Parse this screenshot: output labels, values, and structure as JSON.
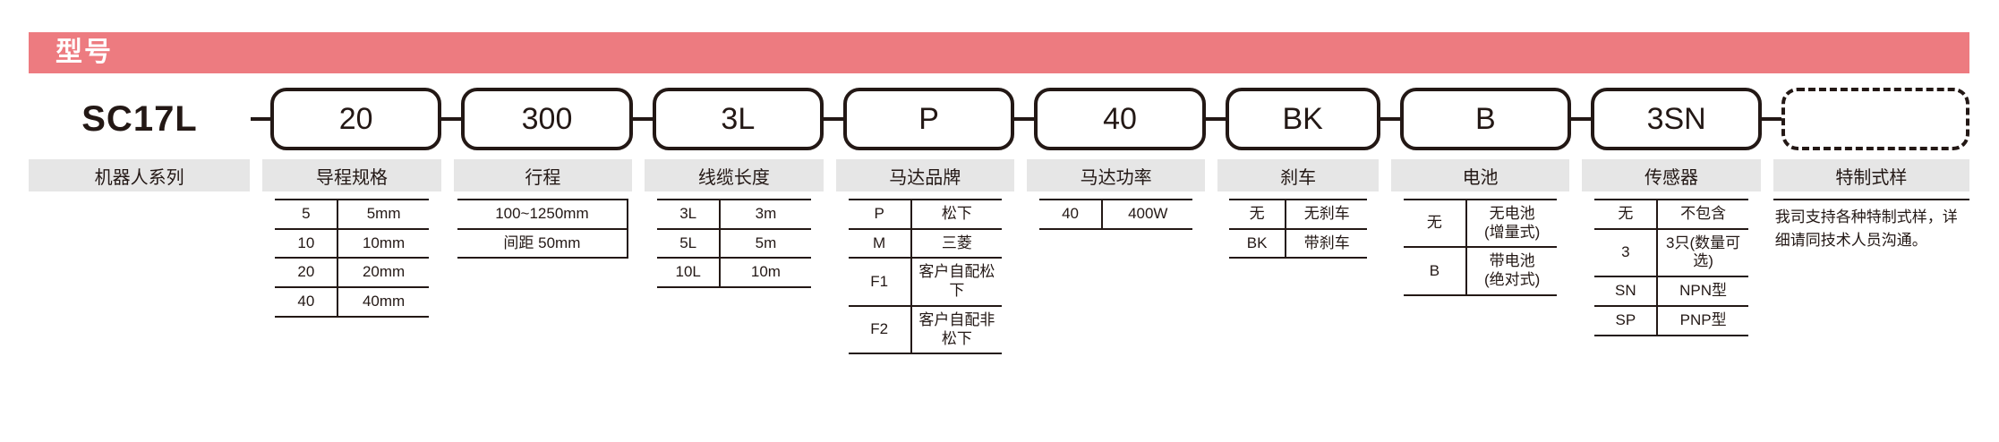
{
  "header": {
    "title": "型号",
    "accent_color": "#ed7b80"
  },
  "code": {
    "series": "SC17L",
    "segments": [
      {
        "value": "20",
        "dashed": false
      },
      {
        "value": "300",
        "dashed": false
      },
      {
        "value": "3L",
        "dashed": false
      },
      {
        "value": "P",
        "dashed": false
      },
      {
        "value": "40",
        "dashed": false
      },
      {
        "value": "BK",
        "dashed": false
      },
      {
        "value": "B",
        "dashed": false
      },
      {
        "value": "3SN",
        "dashed": false
      },
      {
        "value": "",
        "dashed": true
      }
    ]
  },
  "columns": [
    {
      "label": "机器人系列",
      "type": "none",
      "rows": []
    },
    {
      "label": "导程规格",
      "type": "pairs",
      "rows": [
        {
          "code": "5",
          "desc": "5mm"
        },
        {
          "code": "10",
          "desc": "10mm"
        },
        {
          "code": "20",
          "desc": "20mm"
        },
        {
          "code": "40",
          "desc": "40mm"
        }
      ]
    },
    {
      "label": "行程",
      "type": "single",
      "rows": [
        {
          "desc": "100~1250mm"
        },
        {
          "desc": "间距 50mm"
        }
      ]
    },
    {
      "label": "线缆长度",
      "type": "pairs",
      "rows": [
        {
          "code": "3L",
          "desc": "3m"
        },
        {
          "code": "5L",
          "desc": "5m"
        },
        {
          "code": "10L",
          "desc": "10m"
        }
      ]
    },
    {
      "label": "马达品牌",
      "type": "pairs",
      "rows": [
        {
          "code": "P",
          "desc": "松下"
        },
        {
          "code": "M",
          "desc": "三菱"
        },
        {
          "code": "F1",
          "desc": "客户自配松下"
        },
        {
          "code": "F2",
          "desc": "客户自配非松下"
        }
      ]
    },
    {
      "label": "马达功率",
      "type": "pairs",
      "rows": [
        {
          "code": "40",
          "desc": "400W"
        }
      ]
    },
    {
      "label": "刹车",
      "type": "pairs",
      "rows": [
        {
          "code": "无",
          "desc": "无刹车"
        },
        {
          "code": "BK",
          "desc": "带刹车"
        }
      ]
    },
    {
      "label": "电池",
      "type": "pairs",
      "rows": [
        {
          "code": "无",
          "desc": "无电池\n(增量式)"
        },
        {
          "code": "B",
          "desc": "带电池\n(绝对式)"
        }
      ]
    },
    {
      "label": "传感器",
      "type": "pairs",
      "rows": [
        {
          "code": "无",
          "desc": "不包含"
        },
        {
          "code": "3",
          "desc": "3只(数量可选)"
        },
        {
          "code": "SN",
          "desc": "NPN型"
        },
        {
          "code": "SP",
          "desc": "PNP型"
        }
      ]
    },
    {
      "label": "特制式样",
      "type": "note",
      "note": "我司支持各种特制式样，详细请同技术人员沟通。"
    }
  ]
}
